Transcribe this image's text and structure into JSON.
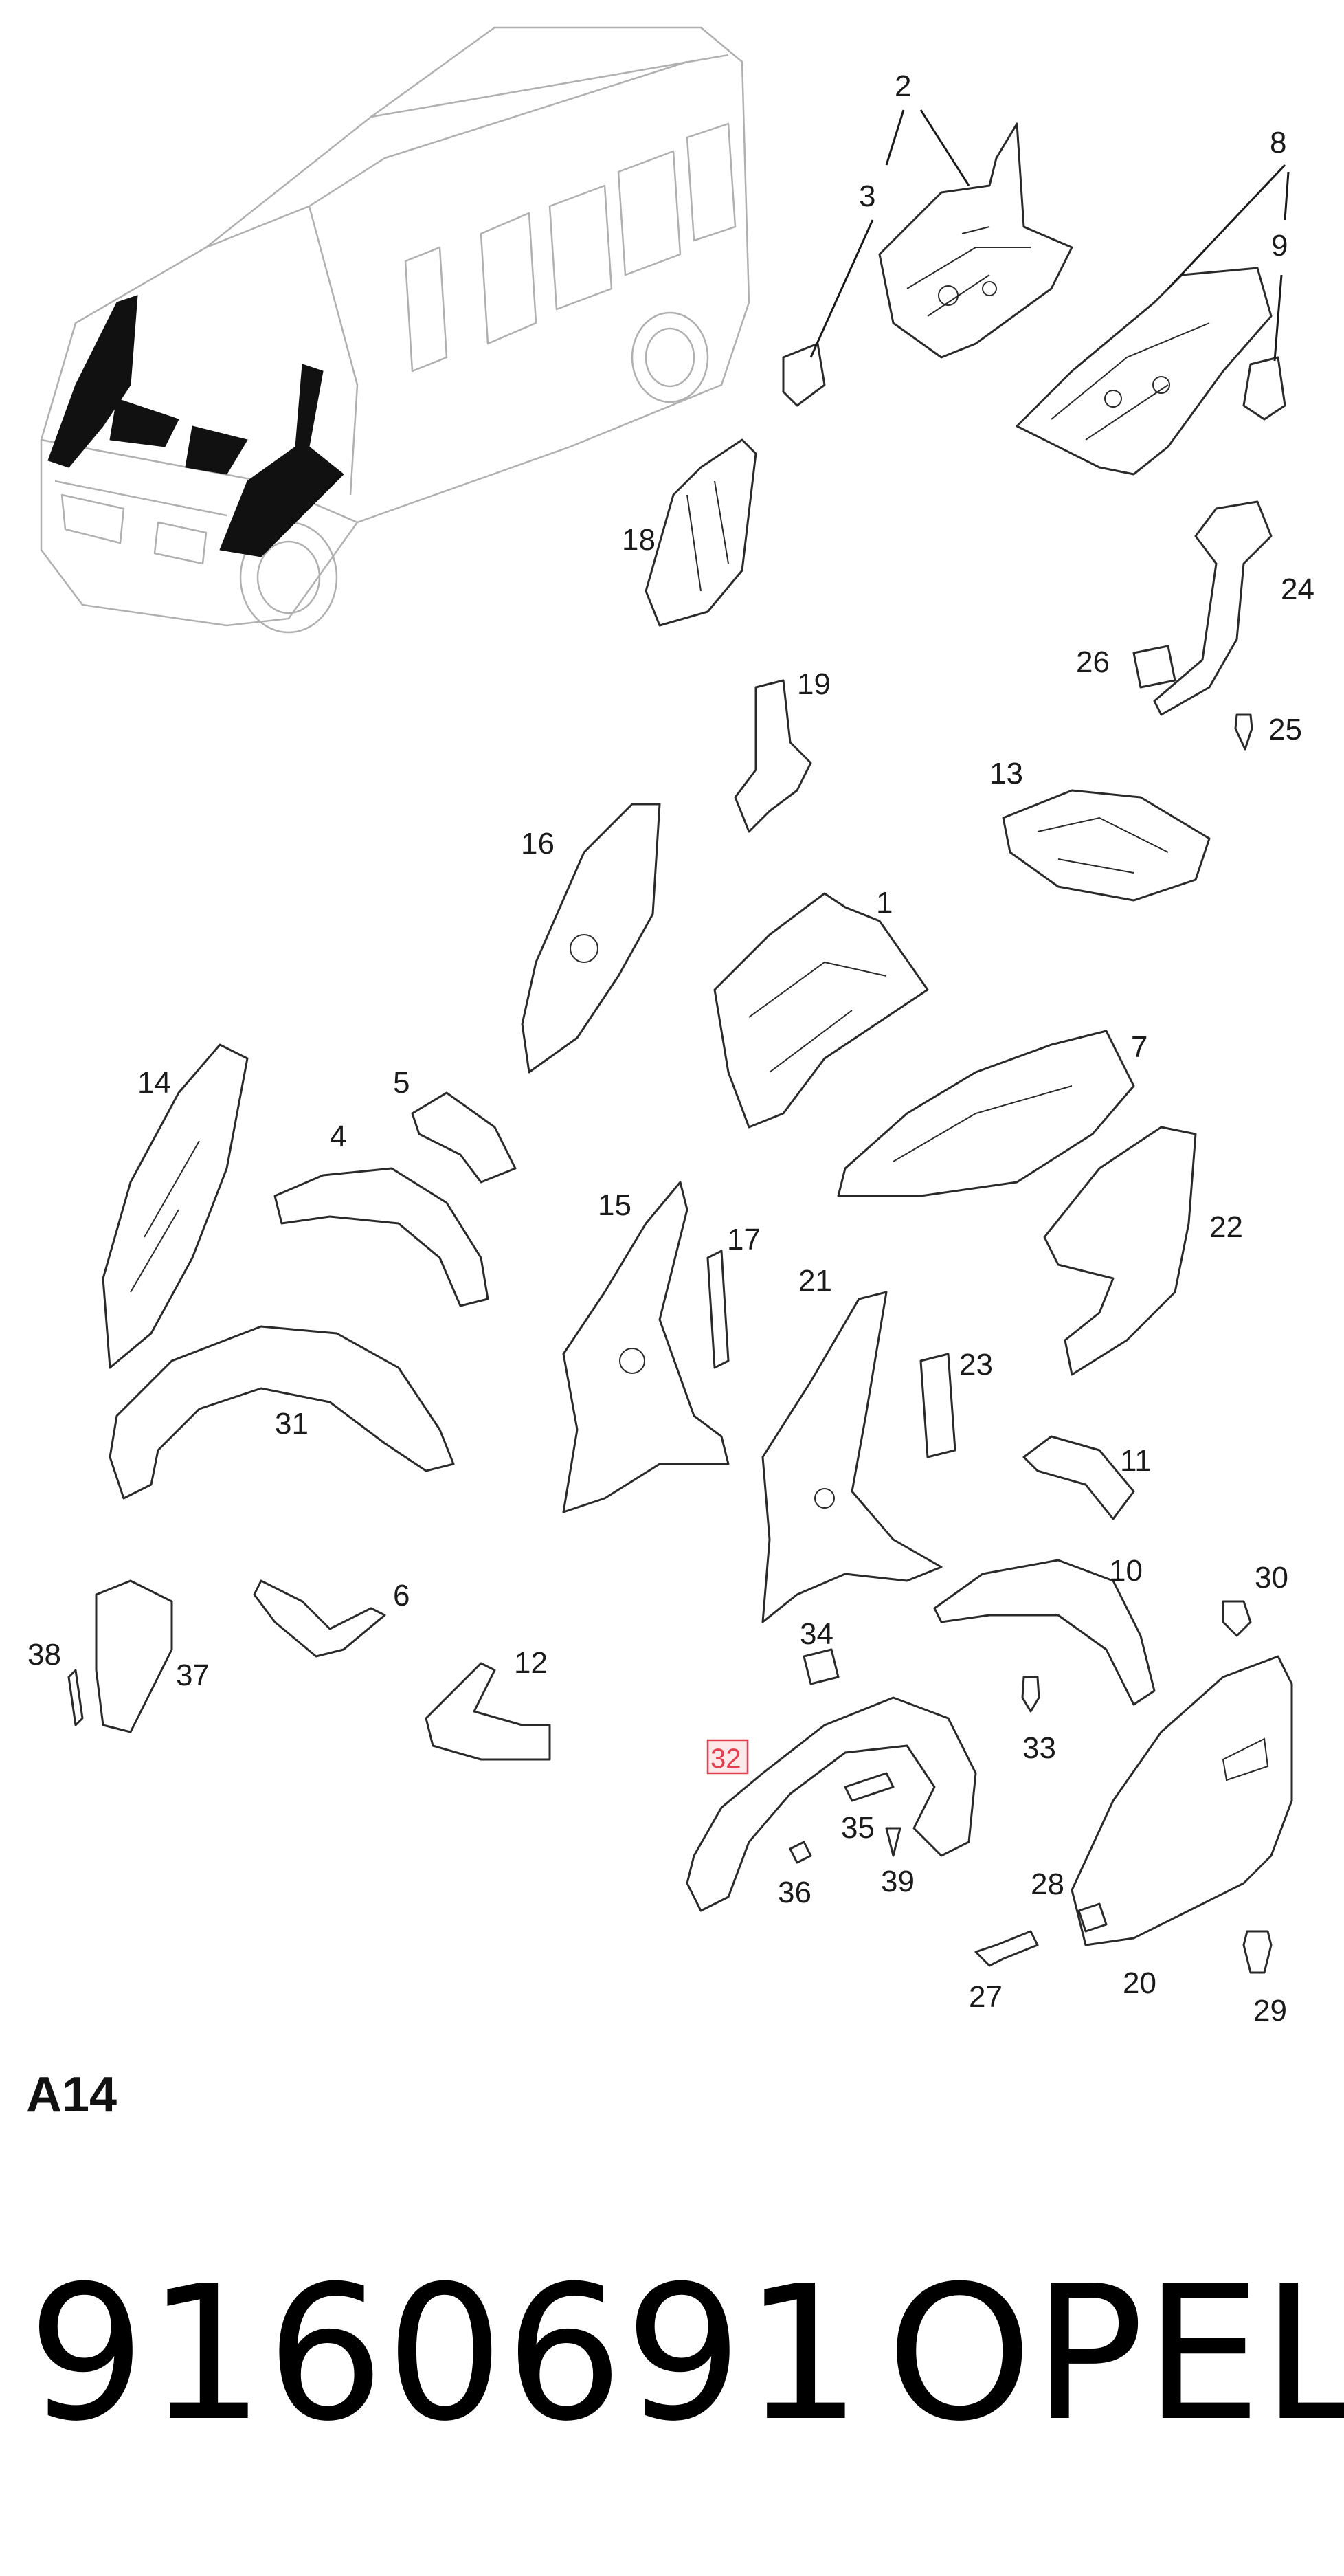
{
  "diagram": {
    "callouts": [
      "1",
      "2",
      "3",
      "4",
      "5",
      "6",
      "7",
      "8",
      "9",
      "10",
      "11",
      "12",
      "13",
      "14",
      "15",
      "16",
      "17",
      "18",
      "19",
      "20",
      "21",
      "22",
      "23",
      "24",
      "25",
      "26",
      "27",
      "28",
      "29",
      "30",
      "31",
      "32",
      "33",
      "34",
      "35",
      "36",
      "37",
      "38",
      "39"
    ],
    "highlighted_callout": "32"
  },
  "section_code": "A14",
  "part_number": "9160691",
  "brand": "OPEL",
  "colors": {
    "line": "#2a2a2a",
    "van_outline": "#b0b0b0",
    "highlight": "#e0404f"
  }
}
